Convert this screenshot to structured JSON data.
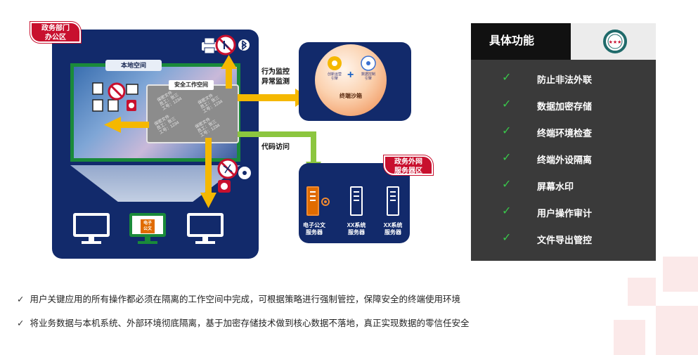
{
  "office": {
    "tag": [
      "政务部门",
      "办公区"
    ],
    "local_space": "本地空间",
    "work_space": "安全工作空间",
    "watermark": [
      "保密文件\n员工：张三\n工号：1234",
      "保密文件\n员工：张三\n工号：1234",
      "保密文件\n员工：张三\n工号：1234",
      "保密文件\n员工：张三\n工号：1234"
    ],
    "doc_chip": [
      "电子",
      "公文"
    ]
  },
  "arrows": {
    "behavior": [
      "行为监控",
      "异常监测"
    ],
    "code": "代码访问"
  },
  "sandbox": {
    "label": "终端沙箱",
    "engine_left": [
      "创新运营",
      "引擎"
    ],
    "engine_right": [
      "数据控制",
      "引擎"
    ]
  },
  "servers": {
    "tag": [
      "政务外网",
      "服务器区"
    ],
    "items": [
      {
        "label": [
          "电子公文",
          "服务器"
        ]
      },
      {
        "label": [
          "XX系统",
          "服务器"
        ]
      },
      {
        "label": [
          "XX系统",
          "服务器"
        ]
      }
    ]
  },
  "functions": {
    "title": "具体功能",
    "items": [
      {
        "check": "✓",
        "label": "防止非法外联"
      },
      {
        "check": "✓",
        "label": "数据加密存储"
      },
      {
        "check": "✓",
        "label": "终端环境检查"
      },
      {
        "check": "✓",
        "label": "终端外设隔离"
      },
      {
        "check": "✓",
        "label": "屏幕水印"
      },
      {
        "check": "✓",
        "label": "用户操作审计"
      },
      {
        "check": "✓",
        "label": "文件导出管控"
      }
    ]
  },
  "bullets": [
    {
      "tick": "✓",
      "text": "用户关键应用的所有操作都必须在隔离的工作空间中完成，可根据策略进行强制管控，保障安全的终端使用环境"
    },
    {
      "tick": "✓",
      "text": "将业务数据与本机系统、外部环境彻底隔离，基于加密存储技术做到核心数据不落地，真正实现数据的零信任安全"
    }
  ],
  "colors": {
    "navy": "#122a6b",
    "accent_red": "#c8102e",
    "arrow_yellow": "#f5b800",
    "arrow_green": "#8cc63f",
    "check_green": "#39c64a",
    "orange": "#e06b00"
  }
}
